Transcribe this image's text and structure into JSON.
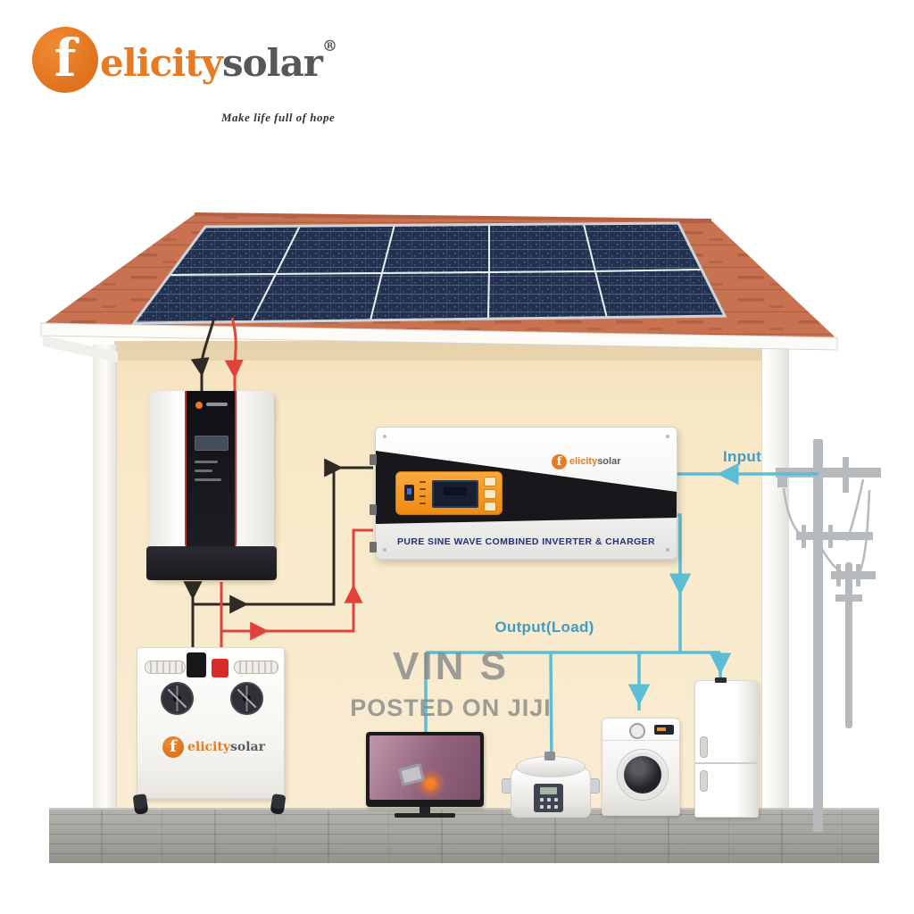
{
  "brand": {
    "f": "f",
    "name_orange": "elicity",
    "name_gray": "solar",
    "reg": "®",
    "tagline": "Make life full of hope"
  },
  "watermark": {
    "line1": "VIN S",
    "line2": "POSTED ON JIJI"
  },
  "diagram": {
    "input_label": "Input",
    "output_label": "Output(Load)",
    "inverter": {
      "f": "f",
      "brand_orange": "elicity",
      "brand_gray": "solar",
      "caption": "PURE SINE WAVE COMBINED INVERTER & CHARGER"
    },
    "battery": {
      "f": "f",
      "brand_orange": "elicity",
      "brand_gray": "solar"
    }
  },
  "colors": {
    "brand_orange": "#e87a22",
    "brand_gray": "#56575b",
    "roof_tile": "#c97252",
    "wall": "#f8e8c6",
    "solar_panel": "#223150",
    "wire_pv_negative": "#2e2a26",
    "wire_pv_positive": "#e2423a",
    "wire_ac": "#5bbdd6",
    "label_blue": "#3f9cc5",
    "pole_gray": "#b6babc",
    "ground_gray": "#a3a29d",
    "inverter_caption_navy": "#22307e"
  }
}
